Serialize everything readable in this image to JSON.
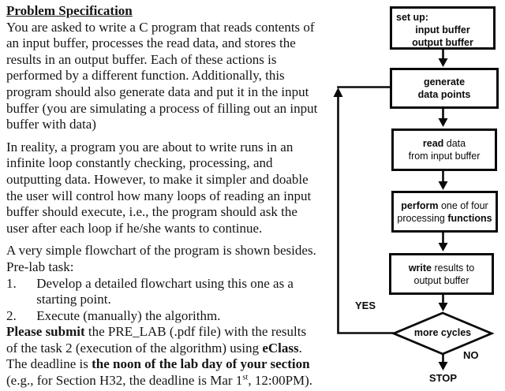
{
  "colors": {
    "ink": "#0a0a0a",
    "paper": "#ffffff"
  },
  "document": {
    "paragraphs": [
      {
        "name": "intro",
        "lines": [
          {
            "runs": [
              {
                "t": "Problem Specification",
                "b": 1,
                "u": 1
              }
            ]
          },
          {
            "runs": [
              {
                "t": "You are asked to write a C program that reads contents of"
              }
            ]
          },
          {
            "runs": [
              {
                "t": "an input buffer, processes the read data, and stores the"
              }
            ]
          },
          {
            "runs": [
              {
                "t": "results in an output buffer. Each of these actions is"
              }
            ]
          },
          {
            "runs": [
              {
                "t": "performed by a different function. Additionally, this"
              }
            ]
          },
          {
            "runs": [
              {
                "t": "program should also generate data and put it in the input"
              }
            ]
          },
          {
            "runs": [
              {
                "t": "buffer (you are simulating a process of filling out an input"
              }
            ]
          },
          {
            "runs": [
              {
                "t": "buffer with data)"
              }
            ]
          }
        ]
      },
      {
        "name": "reality",
        "lines": [
          {
            "runs": [
              {
                "t": "In reality, a program you are about to write runs in an"
              }
            ]
          },
          {
            "runs": [
              {
                "t": "infinite loop constantly checking, processing, and"
              }
            ]
          },
          {
            "runs": [
              {
                "t": "outputting data. However, to make it simpler and doable"
              }
            ]
          },
          {
            "runs": [
              {
                "t": "the user will control how many loops of reading an input"
              }
            ]
          },
          {
            "runs": [
              {
                "t": "buffer should execute, i.e., the program should ask the"
              }
            ]
          },
          {
            "runs": [
              {
                "t": "user after each loop if he/she wants to continue."
              }
            ]
          }
        ]
      },
      {
        "name": "tasks",
        "lines": [
          {
            "runs": [
              {
                "t": "A very simple flowchart of the program is shown besides."
              }
            ]
          },
          {
            "runs": [
              {
                "t": "Pre-lab task:"
              }
            ]
          },
          {
            "runs": [
              {
                "t": "1.      Develop a detailed flowchart using this one as a"
              }
            ]
          },
          {
            "runs": [
              {
                "t": "         starting point."
              }
            ]
          },
          {
            "runs": [
              {
                "t": "2.      Execute (manually) the algorithm."
              }
            ]
          },
          {
            "runs": [
              {
                "t": "Please submit",
                "b": 1
              },
              {
                "t": " the PRE_LAB (.pdf file) with the results"
              }
            ]
          },
          {
            "runs": [
              {
                "t": "of the task 2 (execution of the algorithm) using "
              },
              {
                "t": "eClass",
                "b": 1
              },
              {
                "t": "."
              }
            ]
          },
          {
            "runs": [
              {
                "t": "The deadline is "
              },
              {
                "t": "the noon of the lab day of your section",
                "b": 1
              }
            ]
          },
          {
            "runs": [
              {
                "t": "(e.g., for Section H32, the deadline is Mar 1"
              },
              {
                "t": "st",
                "sup": 1
              },
              {
                "t": ", 12:00PM)."
              }
            ]
          }
        ]
      }
    ]
  },
  "flowchart": {
    "boxes": [
      {
        "id": "setup",
        "lines": [
          {
            "runs": [
              {
                "t": "set up:",
                "b": 1
              }
            ]
          },
          {
            "runs": [
              {
                "t": "input buffer",
                "b": 1
              }
            ]
          },
          {
            "runs": [
              {
                "t": "output buffer",
                "b": 1
              }
            ]
          }
        ]
      },
      {
        "id": "generate",
        "lines": [
          {
            "runs": [
              {
                "t": "generate",
                "b": 1
              }
            ]
          },
          {
            "runs": [
              {
                "t": "data points",
                "b": 1
              }
            ]
          }
        ]
      },
      {
        "id": "read",
        "lines": [
          {
            "runs": [
              {
                "t": "read",
                "b": 1
              },
              {
                "t": " data"
              }
            ]
          },
          {
            "runs": [
              {
                "t": "from input buffer"
              }
            ]
          }
        ]
      },
      {
        "id": "perform",
        "lines": [
          {
            "runs": [
              {
                "t": "perform",
                "b": 1
              },
              {
                "t": " one of four"
              }
            ]
          },
          {
            "runs": [
              {
                "t": "processing "
              },
              {
                "t": "functions",
                "b": 1
              }
            ]
          }
        ]
      },
      {
        "id": "write",
        "lines": [
          {
            "runs": [
              {
                "t": "write",
                "b": 1
              },
              {
                "t": " results to"
              }
            ]
          },
          {
            "runs": [
              {
                "t": "output buffer"
              }
            ]
          }
        ]
      }
    ],
    "decision": {
      "label": "more cycles"
    },
    "labels": {
      "yes": "YES",
      "no": "NO",
      "stop": "STOP"
    }
  }
}
